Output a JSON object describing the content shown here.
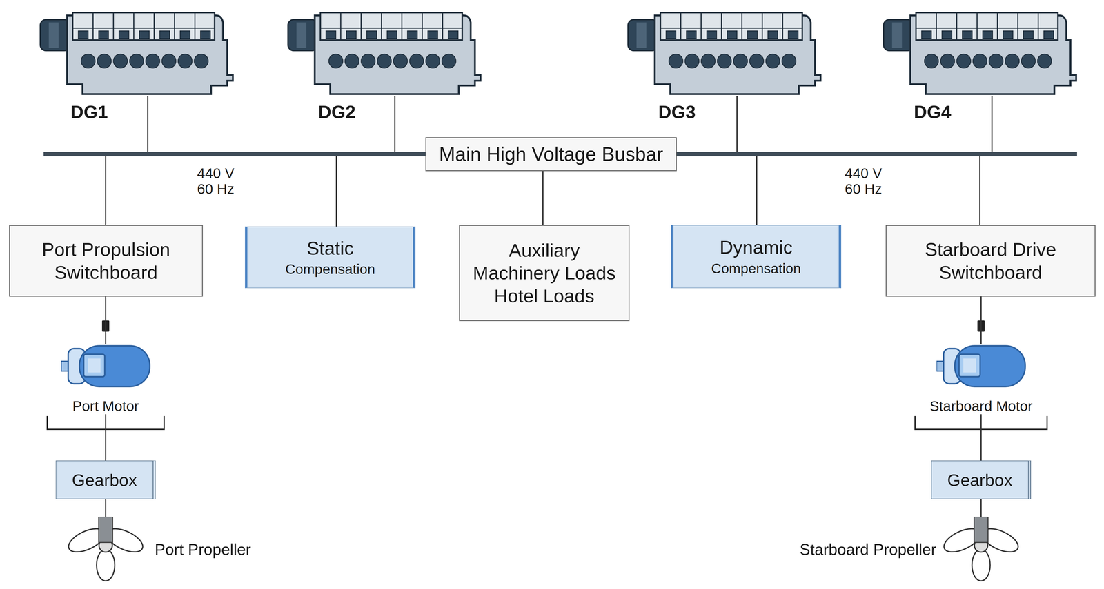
{
  "diagram": {
    "nodes": [
      {
        "text": [
          "DG1"
        ]
      },
      {
        "text": [
          "DG2"
        ]
      },
      {
        "text": [
          "DG3"
        ]
      },
      {
        "text": [
          "DG4"
        ]
      },
      {
        "text": [
          "Main High Voltage Busbar"
        ]
      },
      {
        "text": [
          "Port Propulsion Switchboard"
        ]
      },
      {
        "text": [
          "Static",
          "Compensation"
        ]
      },
      {
        "text": [
          "Auxiliary Machinery Loads",
          "Hotel Loads"
        ]
      },
      {
        "text": [
          "Dynamic",
          "Compensation"
        ]
      },
      {
        "text": [
          "Starboard Drive Switchboard"
        ]
      },
      {
        "text": [
          "Port Motor"
        ]
      },
      {
        "text": [
          "Starboard Motor"
        ]
      },
      {
        "text": [
          "Gearbox"
        ]
      },
      {
        "text": [
          "Gearbox"
        ]
      },
      {
        "text": [
          "Port Propeller"
        ]
      },
      {
        "text": [
          "Starboard Propeller"
        ]
      }
    ],
    "edges": [
      {
        "from": 0,
        "to": 4,
        "arrow": "none"
      },
      {
        "from": 1,
        "to": 4,
        "arrow": "none"
      },
      {
        "from": 2,
        "to": 4,
        "arrow": "none"
      },
      {
        "from": 3,
        "to": 4,
        "arrow": "none"
      },
      {
        "from": 4,
        "to": 5,
        "arrow": "none"
      },
      {
        "from": 4,
        "to": 6,
        "arrow": "none"
      },
      {
        "from": 4,
        "to": 7,
        "arrow": "none"
      },
      {
        "from": 4,
        "to": 8,
        "arrow": "none"
      },
      {
        "from": 4,
        "to": 9,
        "arrow": "none"
      },
      {
        "from": 5,
        "to": 10,
        "arrow": "none"
      },
      {
        "from": 10,
        "to": 12,
        "arrow": "none"
      },
      {
        "from": 12,
        "to": 14,
        "arrow": "none"
      },
      {
        "from": 9,
        "to": 11,
        "arrow": "none"
      },
      {
        "from": 11,
        "to": 13,
        "arrow": "none"
      },
      {
        "from": 13,
        "to": 15,
        "arrow": "none"
      }
    ],
    "labels": [
      "440 V 60 Hz",
      "440 V 60 Hz"
    ]
  }
}
